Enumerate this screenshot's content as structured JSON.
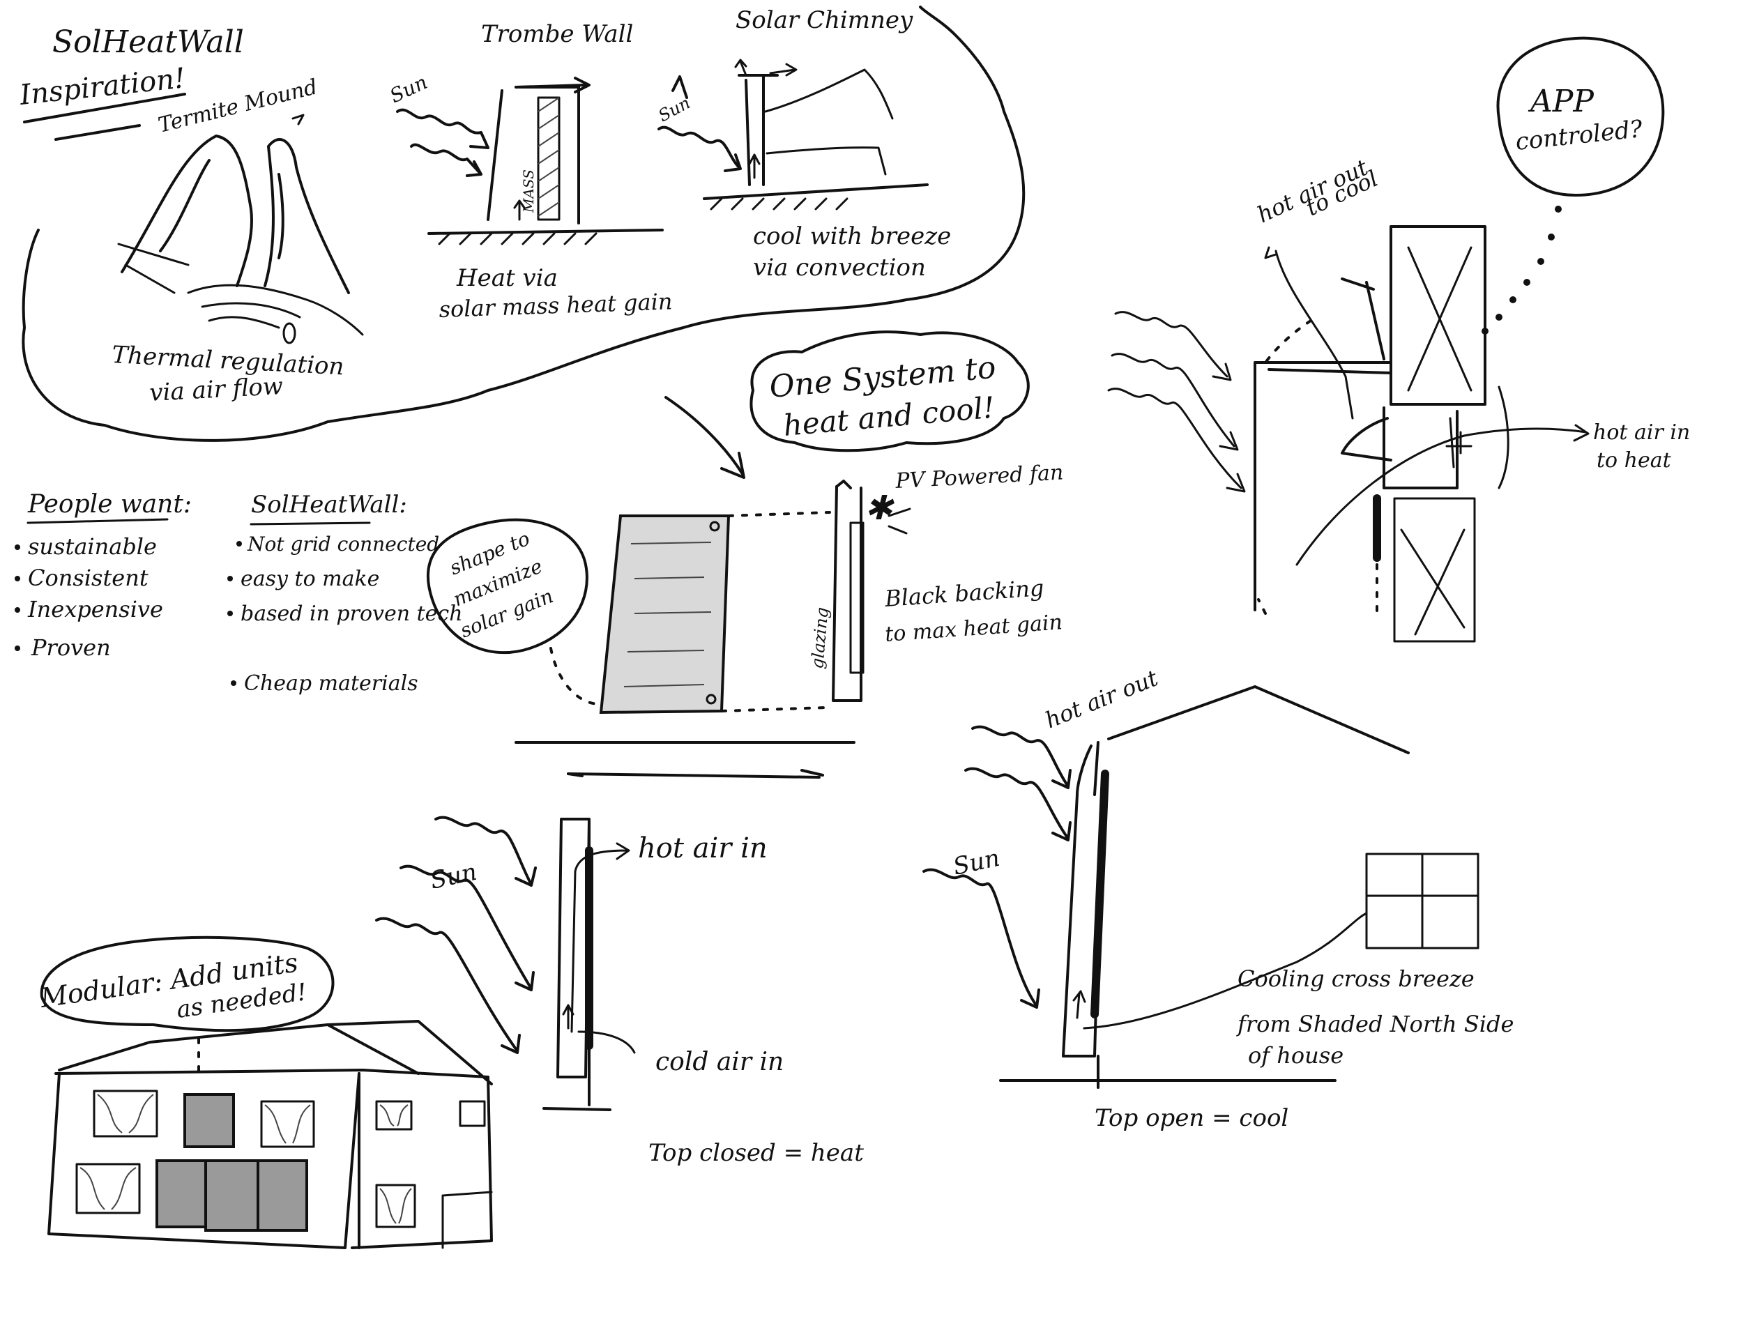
{
  "labels": {
    "title": "SolHeatWall",
    "inspiration": "Inspiration!",
    "termite_mound": "Termite Mound",
    "thermal_line1": "Thermal regulation",
    "thermal_line2": "via air flow",
    "trombe_title": "Trombe Wall",
    "trombe_sun": "Sun",
    "trombe_mass": "MASS",
    "trombe_heat1": "Heat via",
    "trombe_heat2": "solar mass heat gain",
    "chimney_title": "Solar Chimney",
    "chimney_sun": "Sun",
    "chimney_cool1": "cool with breeze",
    "chimney_cool2": "via convection",
    "one_system1": "One System to",
    "one_system2": "heat and cool!",
    "people_title": "People want:",
    "solheat_title": "SolHeatWall:",
    "shape1": "shape to",
    "shape2": "maximize",
    "shape3": "solar gain",
    "pv_fan": "PV Powered fan",
    "glazing": "glazing",
    "black_backing1": "Black backing",
    "black_backing2": "to max heat gain",
    "app1": "APP",
    "app2": "controled?",
    "hot_air_out_cool1": "hot air out",
    "hot_air_out_cool2": "to cool",
    "hot_air_in_heat1": "hot air in",
    "hot_air_in_heat2": "to heat",
    "heat_sun": "Sun",
    "hot_air_in": "hot air in",
    "cold_air_in": "cold air in",
    "top_closed": "Top closed = heat",
    "cool_sun": "Sun",
    "hot_air_out": "hot air out",
    "cross1": "Cooling cross breeze",
    "cross2": "from Shaded North Side",
    "cross3": "of house",
    "top_open": "Top open = cool",
    "modular1": "Modular: Add units",
    "modular2": "as needed!"
  },
  "people_want": [
    "sustainable",
    "Consistent",
    "Inexpensive",
    "Proven"
  ],
  "solheatwall_features": [
    "Not grid connected",
    "easy to make",
    "based in proven tech",
    "Cheap materials"
  ]
}
